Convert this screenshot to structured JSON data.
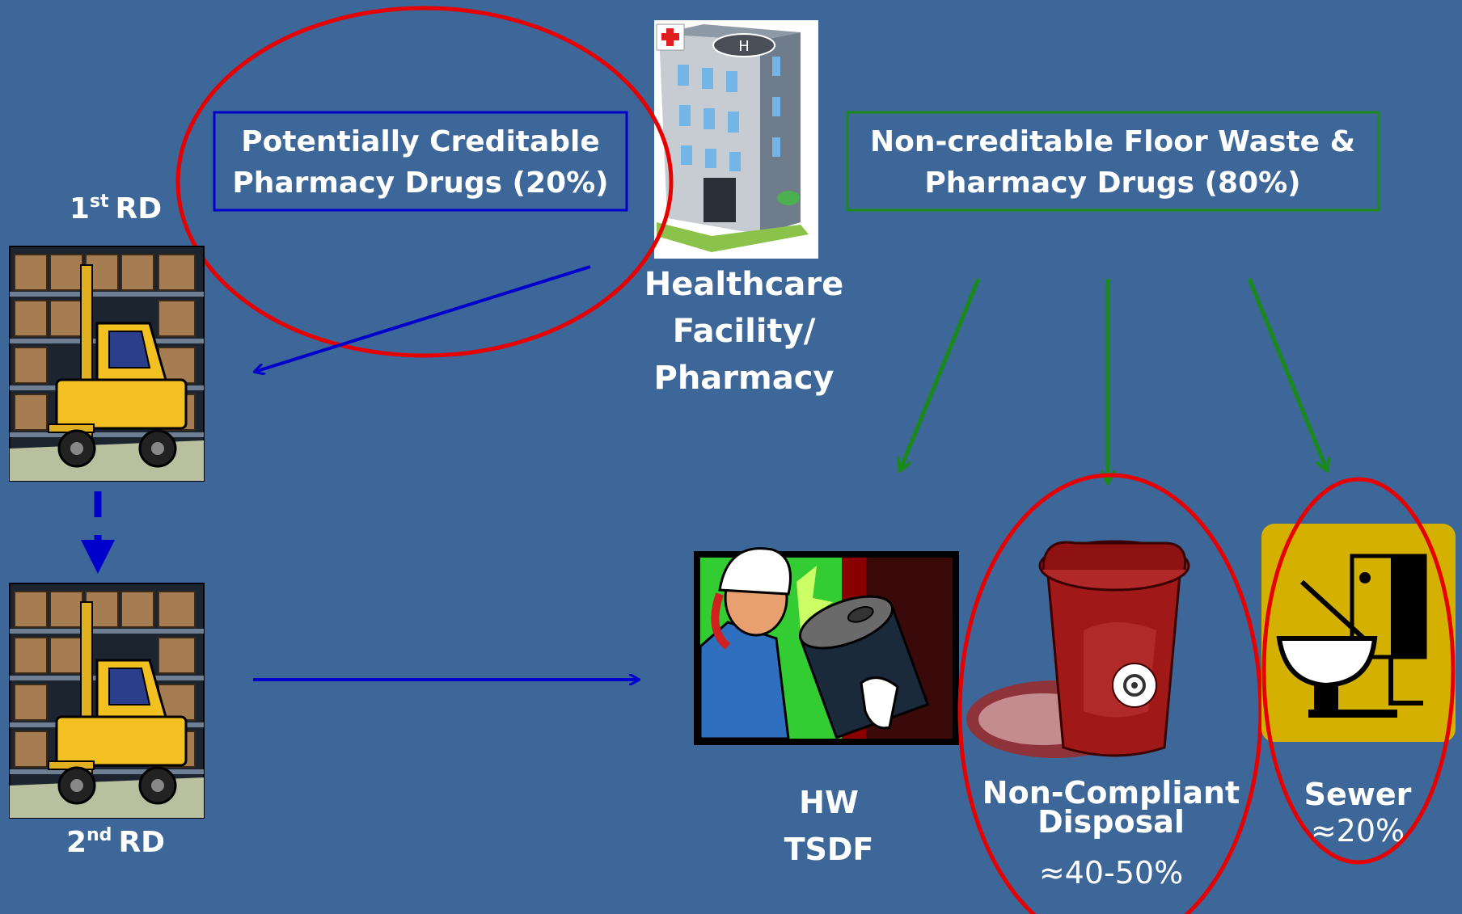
{
  "facility": {
    "line1": "Healthcare",
    "line2": "Facility/",
    "line3": "Pharmacy"
  },
  "creditable_box": {
    "line1": "Potentially Creditable",
    "line2": "Pharmacy Drugs (20%)"
  },
  "noncreditable_box": {
    "line1": "Non-creditable Floor Waste &",
    "line2": "Pharmacy Drugs (80%)"
  },
  "rd1": {
    "number": "1",
    "suffix": "st",
    "text": "RD"
  },
  "rd2": {
    "number": "2",
    "suffix": "nd",
    "text": "RD"
  },
  "hw": {
    "line1": "HW",
    "line2": "TSDF"
  },
  "noncompliant": {
    "line1": "Non-Compliant",
    "line2": "Disposal",
    "percent": "≈40-50%"
  },
  "sewer": {
    "title": "Sewer",
    "percent": "≈20%"
  },
  "colors": {
    "background": "#3D6699",
    "creditable": "#0000CC",
    "noncreditable": "#1A8A1A",
    "highlight": "#E60000",
    "text": "#FFFFFF"
  },
  "icons": {
    "facility": "hospital-building-icon",
    "warehouse": "forklift-warehouse-icon",
    "hw": "hazardous-waste-worker-icon",
    "noncompliant": "biohazard-container-icon",
    "sewer": "toilet-sewer-icon"
  }
}
